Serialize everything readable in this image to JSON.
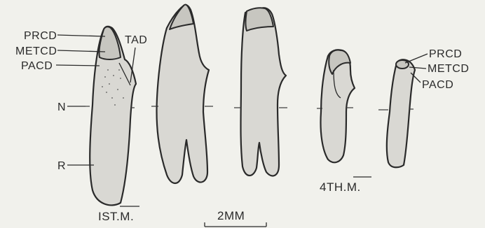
{
  "labels": {
    "prcd_left": "PRCD",
    "metcd_left": "METCD",
    "pacd_left": "PACD",
    "tad": "TAD",
    "n": "N",
    "r": "R",
    "prcd_right": "PRCD",
    "metcd_right": "METCD",
    "pacd_right": "PACD"
  },
  "captions": {
    "first_molar": "IST.M.",
    "fourth_molar": "4TH.M.",
    "scale_bar": "2MM"
  },
  "colors": {
    "ink": "#2a2a2a",
    "tooth_fill": "#d9d8d3",
    "paper": "#f1f1ec"
  }
}
